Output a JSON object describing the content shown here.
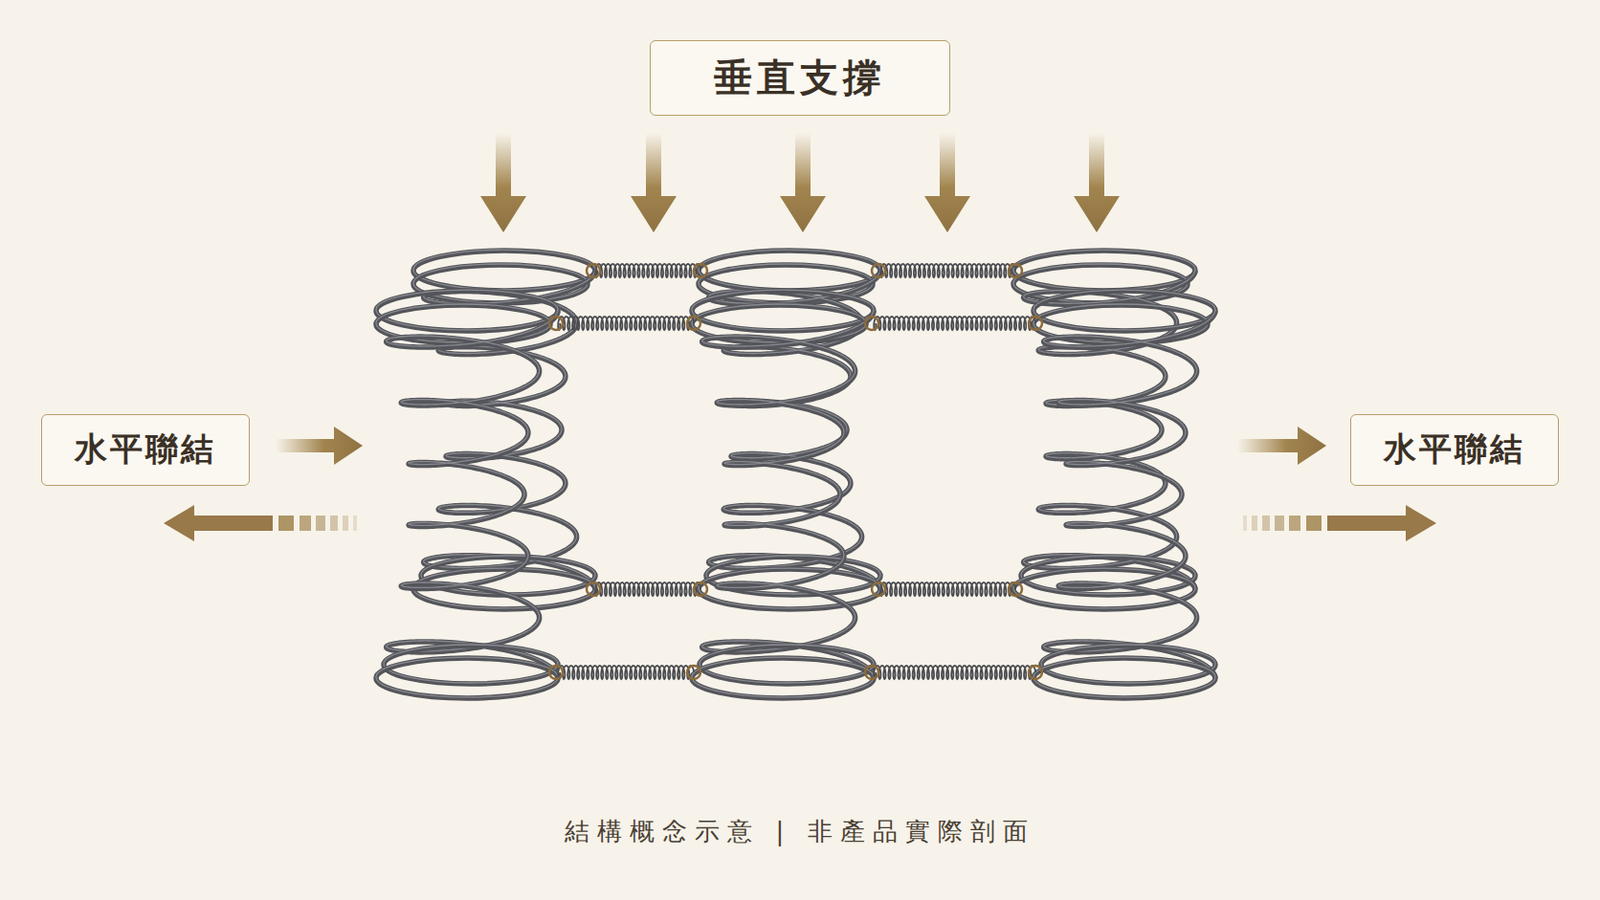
{
  "diagram": {
    "caption": "結構概念示意 | 非產品實際剖面",
    "nodes": [
      {
        "text": [
          "垂直支撐"
        ]
      },
      {
        "text": [
          "水平聯結"
        ]
      },
      {
        "text": [
          "水平聯結"
        ]
      }
    ]
  }
}
